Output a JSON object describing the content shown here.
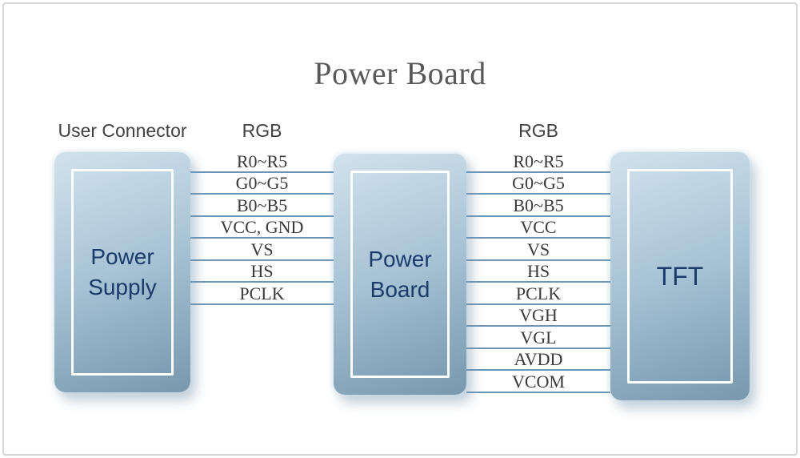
{
  "title": "Power Board",
  "headers": {
    "user_connector": "User Connector",
    "rgb_left": "RGB",
    "rgb_right": "RGB"
  },
  "boxes": {
    "power_supply": {
      "label": "Power Supply"
    },
    "power_board": {
      "label": "Power Board"
    },
    "tft": {
      "label": "TFT"
    }
  },
  "signals": {
    "left": [
      "R0~R5",
      "G0~G5",
      "B0~B5",
      "VCC, GND",
      "VS",
      "HS",
      "PCLK"
    ],
    "right": [
      "R0~R5",
      "G0~G5",
      "B0~B5",
      "VCC",
      "VS",
      "HS",
      "PCLK",
      "VGH",
      "VGL",
      "AVDD",
      "VCOM"
    ]
  },
  "colors": {
    "connection_line": "#6d96b6",
    "box_gradient_top": "#cadde9",
    "box_gradient_bottom": "#7c9db3",
    "box_text_navy": "#1b3a6b",
    "title_gray": "#585858",
    "signal_text": "#3a3a3a",
    "frame_border": "#d6d6d6"
  }
}
